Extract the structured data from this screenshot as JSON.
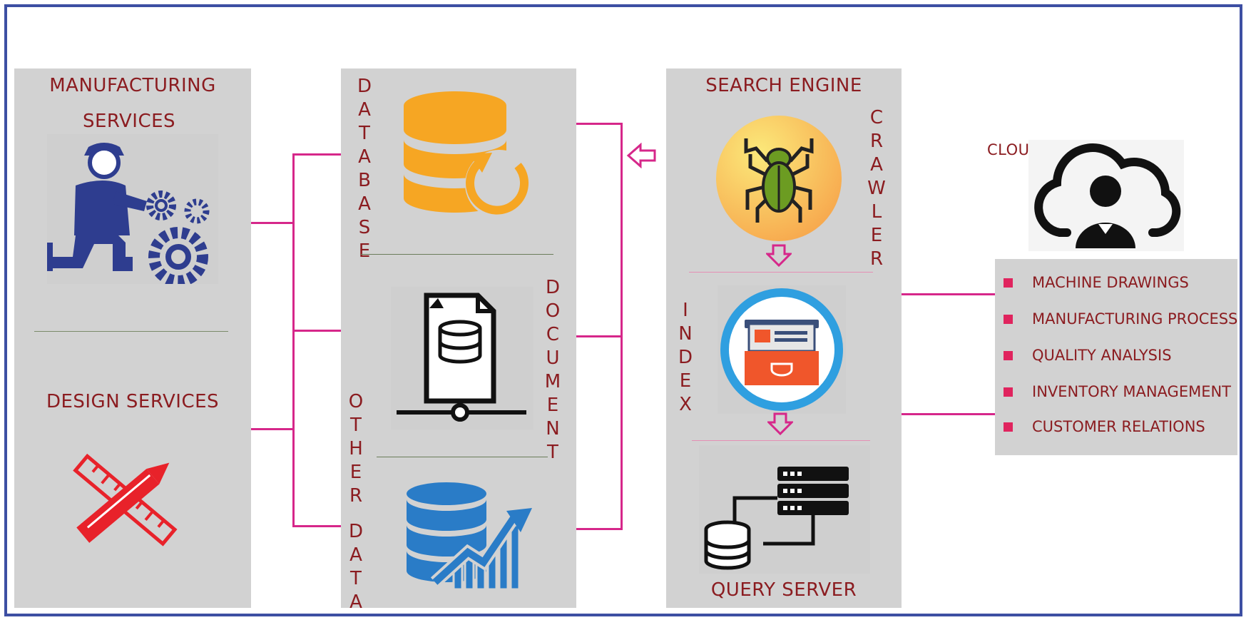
{
  "manufacturing": {
    "title_line1": "MANUFACTURING",
    "title_line2": "SERVICES"
  },
  "design": {
    "title": "DESIGN SERVICES"
  },
  "storage": {
    "database": "DATABASE",
    "document": "DOCUMENT",
    "other": "OTHER",
    "data": "DATA"
  },
  "search_engine": {
    "title": "SEARCH ENGINE",
    "crawler": "CRAWLER",
    "index": "INDEX",
    "query_server": "QUERY SERVER"
  },
  "cloud_user": {
    "label": "CLOUD USER",
    "items": [
      "MACHINE DRAWINGS",
      "MANUFACTURING PROCESS",
      "QUALITY ANALYSIS",
      "INVENTORY MANAGEMENT",
      "CUSTOMER RELATIONS"
    ]
  },
  "colors": {
    "frame": "#3d4fa3",
    "panel": "#d2d2d2",
    "text": "#8b1c20",
    "connector": "#d6278a",
    "database_icon": "#f6a623",
    "data_icon": "#2a7cc7",
    "worker_icon": "#2e3d8f",
    "tools_icon": "#e8222a",
    "index_ring": "#2f9fe0",
    "index_box": "#f0562b"
  }
}
